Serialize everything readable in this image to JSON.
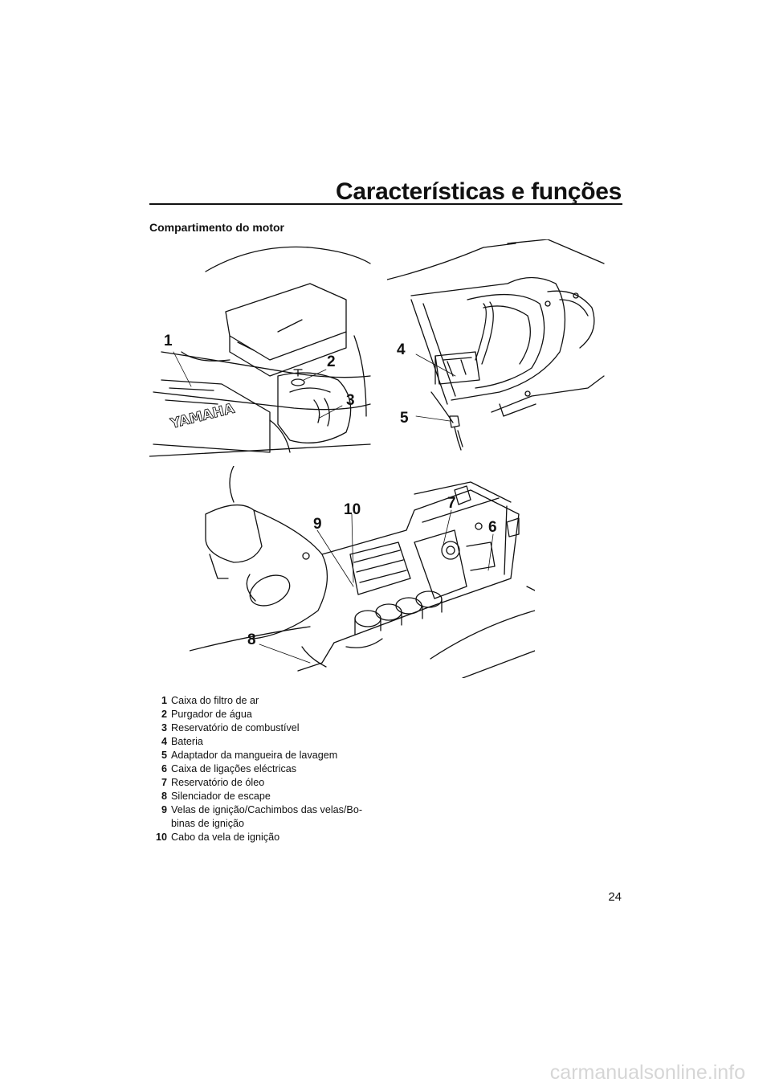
{
  "header": {
    "title": "Características e funções"
  },
  "section": {
    "title": "Compartimento do motor"
  },
  "figure": {
    "callouts": [
      "1",
      "2",
      "3",
      "4",
      "5",
      "6",
      "7",
      "8",
      "9",
      "10"
    ],
    "hull_lettering": "YAMAHA"
  },
  "legend": [
    {
      "num": "1",
      "text": "Caixa do filtro de ar"
    },
    {
      "num": "2",
      "text": "Purgador de água"
    },
    {
      "num": "3",
      "text": "Reservatório de combustível"
    },
    {
      "num": "4",
      "text": "Bateria"
    },
    {
      "num": "5",
      "text": "Adaptador da mangueira de lavagem"
    },
    {
      "num": "6",
      "text": "Caixa de ligações eléctricas"
    },
    {
      "num": "7",
      "text": "Reservatório de óleo"
    },
    {
      "num": "8",
      "text": "Silenciador de escape"
    },
    {
      "num": "9",
      "text": "Velas de ignição/Cachimbos das velas/Bo-binas de ignição"
    },
    {
      "num": "10",
      "text": "Cabo da vela de ignição"
    }
  ],
  "footer": {
    "page_number": "24",
    "watermark": "carmanualsonline.info"
  }
}
